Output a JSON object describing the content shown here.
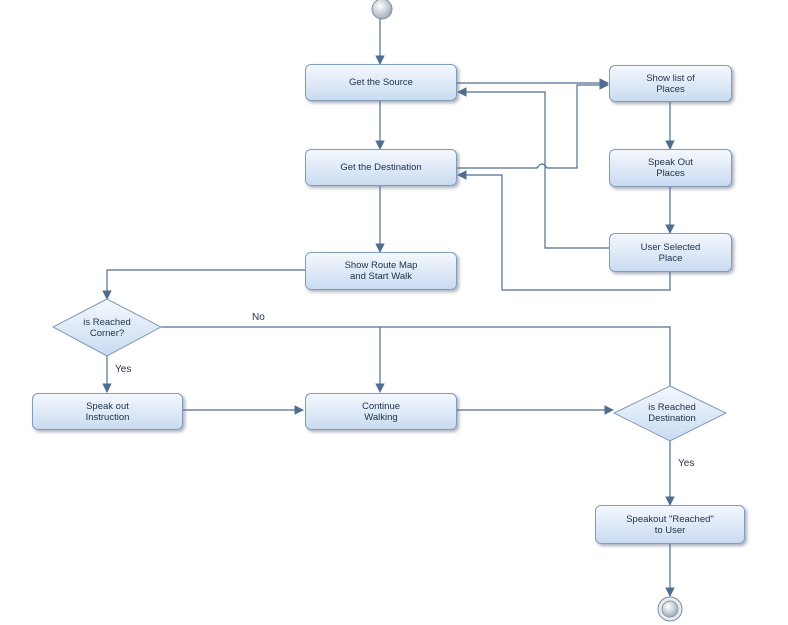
{
  "nodes": {
    "get_source": "Get the Source",
    "get_destination": "Get the Destination",
    "show_route": "Show Route Map\nand Start Walk",
    "show_list": "Show list of\nPlaces",
    "speak_places": "Speak Out\nPlaces",
    "user_selected": "User Selected\nPlace",
    "speak_instruction": "Speak out\nInstruction",
    "continue_walking": "Continue\nWalking",
    "speak_reached": "Speakout \"Reached\"\nto User"
  },
  "decisions": {
    "reached_corner": "is Reached\nCorner?",
    "reached_destination": "is Reached\nDestination"
  },
  "edge_labels": {
    "no": "No",
    "yes_corner": "Yes",
    "yes_destination": "Yes"
  },
  "colors": {
    "line": "#4f6e8f",
    "node_border": "#7f9db9",
    "node_fill": "#dbe7f6"
  }
}
